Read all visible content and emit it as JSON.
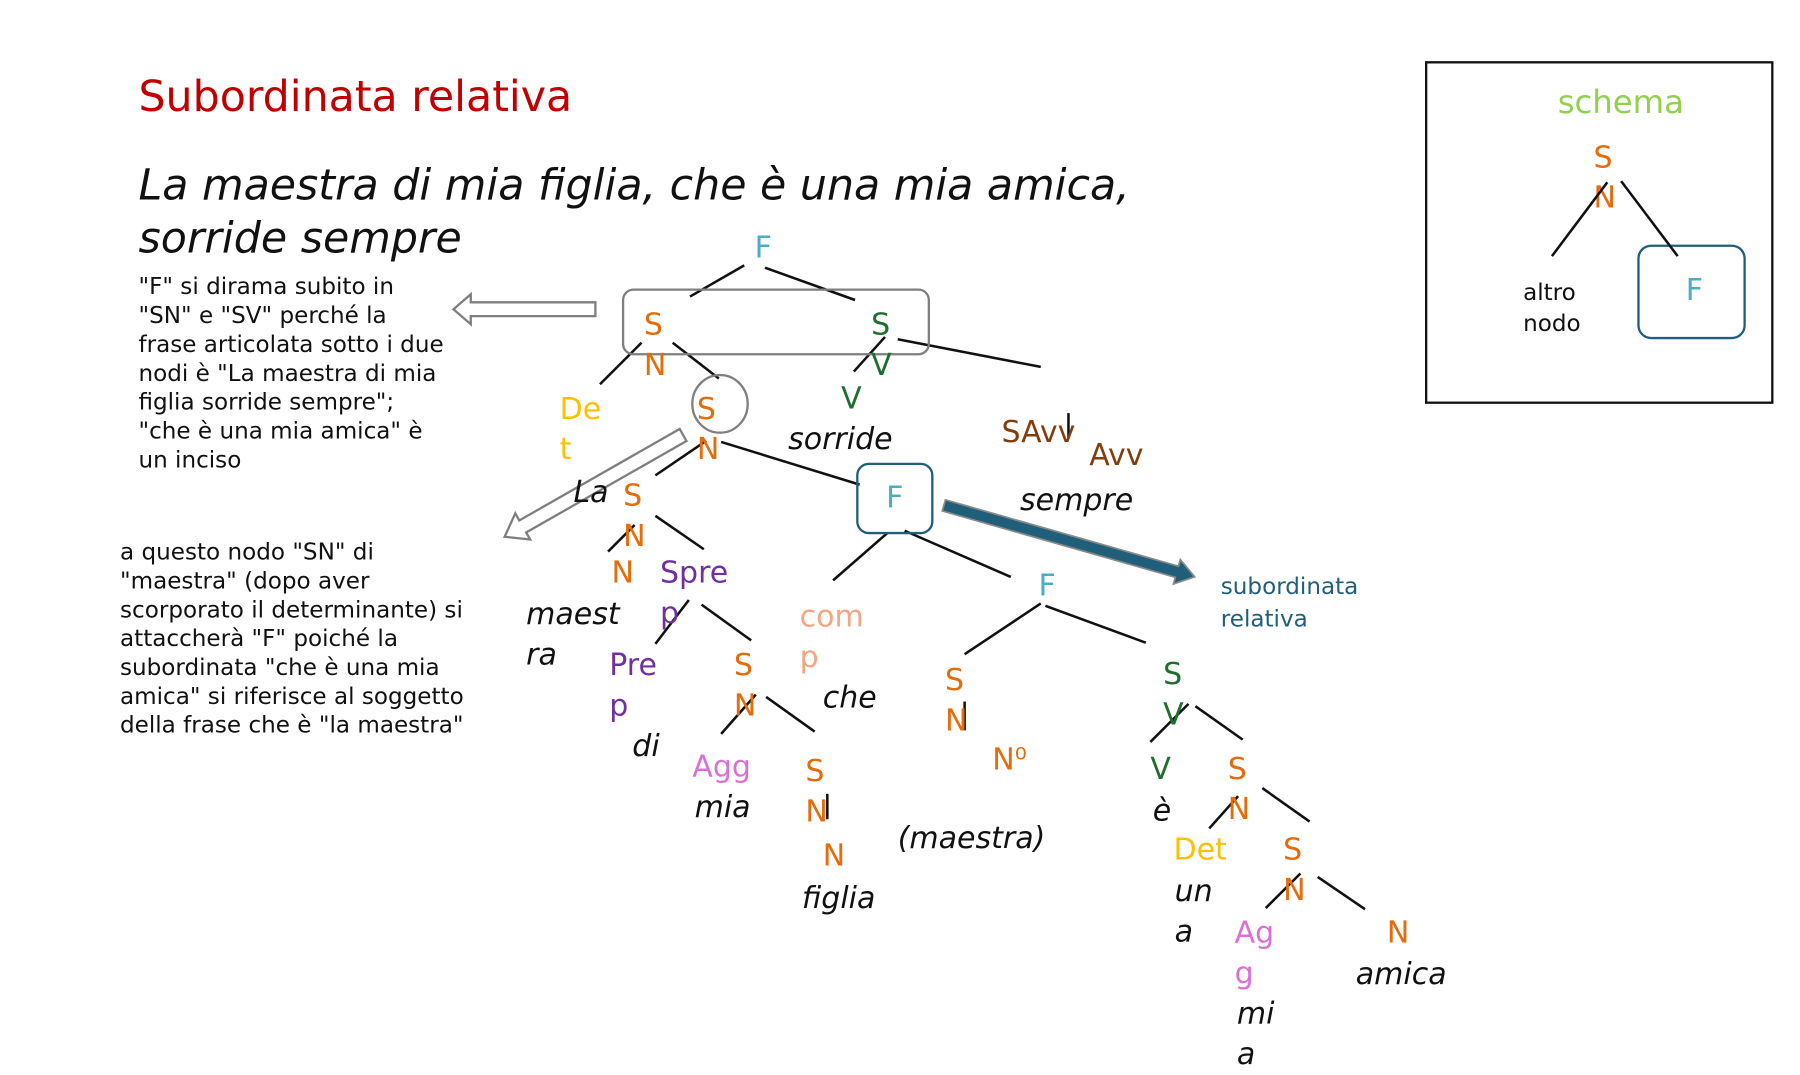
{
  "title": "Subordinata relativa",
  "sentence": "La maestra di mia figlia, che è una mia amica, sorride sempre",
  "notes": {
    "top": "\"F\" si dirama subito in \"SN\" e \"SV\" perché la frase articolata sotto i due nodi è \"La maestra di mia figlia sorride sempre\"; \"che è una mia amica\" è un inciso",
    "bottom": "a questo nodo \"SN\" di \"maestra\" (dopo aver scorporato il determinante) si attaccherà \"F\" poiché la subordinata \"che è una mia amica\" si riferisce al soggetto della frase che è \"la maestra\""
  },
  "schema": {
    "title": "schema",
    "root": "SN",
    "left": "altro nodo",
    "right": "F"
  },
  "arrow_label": "subordinata relativa",
  "tree": {
    "F_root": "F",
    "SN_main": "SN",
    "SV_main": "SV",
    "Det1": "Det",
    "SN_circled": "SN",
    "V1": "V",
    "sorride": "sorride",
    "SAvv": "SAvv",
    "Avv": "Avv",
    "sempre": "sempre",
    "La": "La",
    "SN_maestra": "SN",
    "F_boxed": "F",
    "N_maestra": "N",
    "Sprep": "Sprep",
    "comp": "comp",
    "F_sub": "F",
    "maestra": "maestra",
    "Prep": "Prep",
    "SN_figlia": "SN",
    "che": "che",
    "SN_sub": "SN",
    "SV_sub": "SV",
    "di": "di",
    "Agg1": "Agg",
    "SN_figlia2": "SN",
    "N0": "N⁰",
    "V2": "V",
    "SN_amica": "SN",
    "mia1": "mia",
    "e_verb": "è",
    "N_figlia": "N",
    "maestra_paren": "(maestra)",
    "Det2": "Det",
    "SN_amica2": "SN",
    "figlia": "figlia",
    "una": "una",
    "Agg2": "Agg",
    "N_amica": "N",
    "amica": "amica",
    "mia2": "mia"
  },
  "colors": {
    "title": "#c00000",
    "SN": "#e46c0a",
    "SV": "#1e6e2e",
    "F": "#4bacc6",
    "Det": "#ffc000",
    "Sprep": "#7030a0",
    "Agg": "#da70d6",
    "SAvv": "#843c0c",
    "comp": "#f4a582",
    "arrow": "#1f5f7a",
    "schema": "#92d050"
  }
}
